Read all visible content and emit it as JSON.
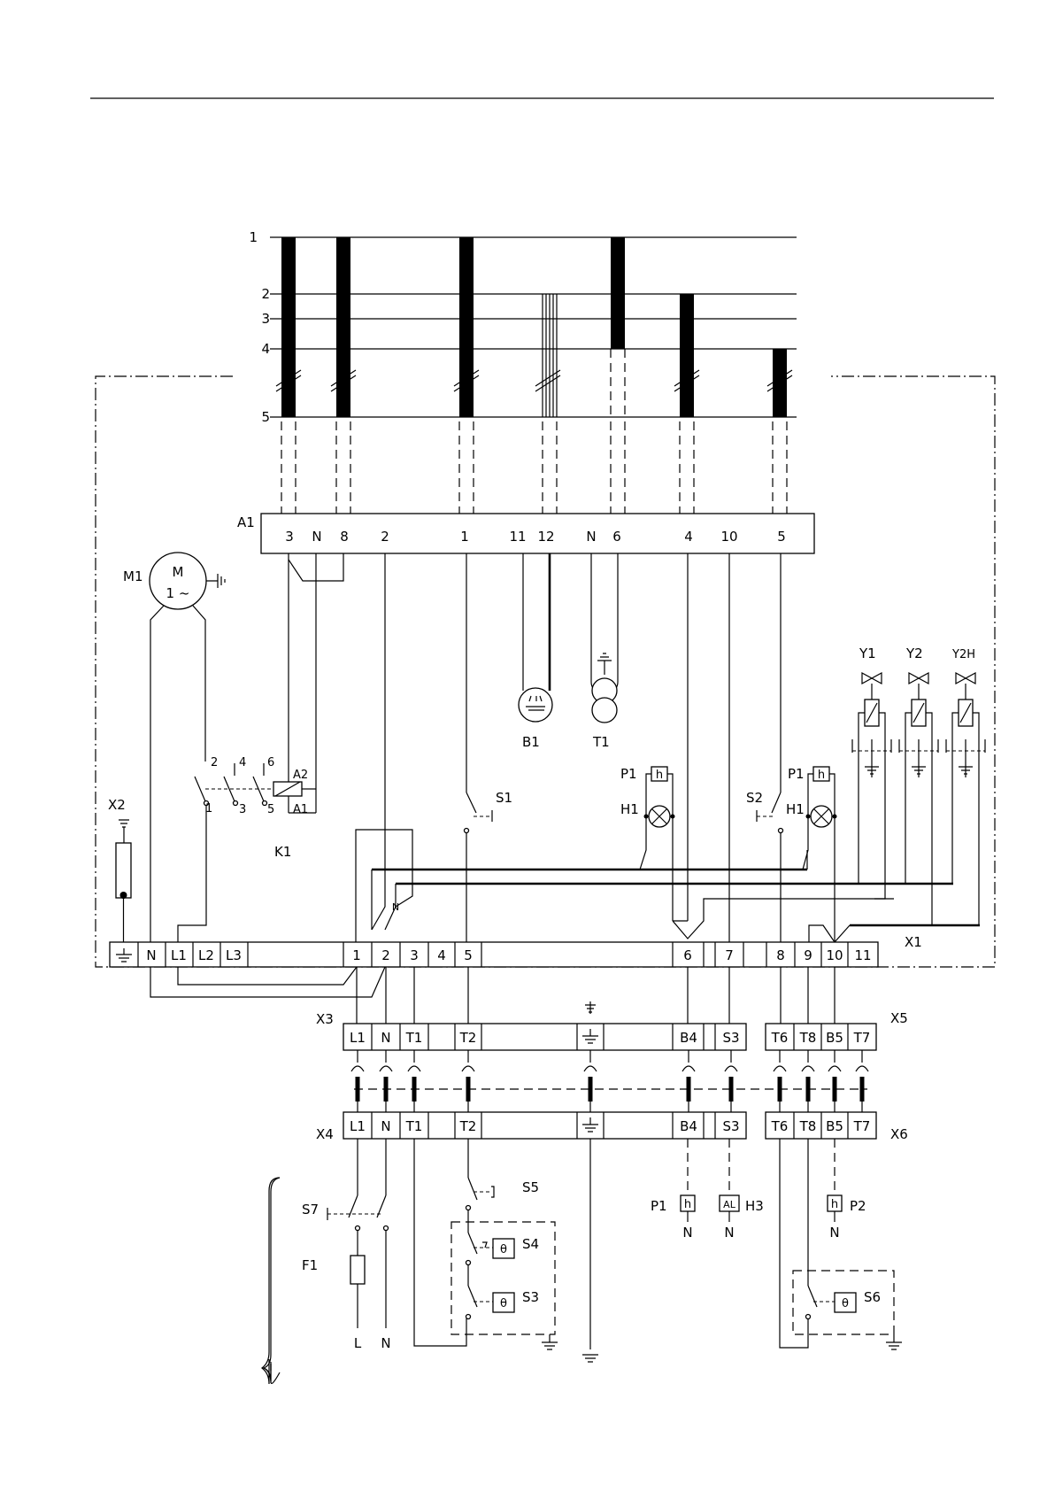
{
  "bus_lines": [
    "1",
    "2",
    "3",
    "4",
    "5"
  ],
  "a1": {
    "label": "A1",
    "terminals": [
      "3",
      "N",
      "8",
      "2",
      "1",
      "11",
      "12",
      "N",
      "6",
      "4",
      "10",
      "5"
    ]
  },
  "x1": {
    "label": "X1",
    "left": [
      "N",
      "L1",
      "L2",
      "L3"
    ],
    "right": [
      "1",
      "2",
      "3",
      "4",
      "5",
      "6",
      "7",
      "8",
      "9",
      "10",
      "11"
    ]
  },
  "x3": {
    "label": "X3",
    "terminals": [
      "L1",
      "N",
      "T1",
      "T2",
      "B4",
      "S3"
    ]
  },
  "x4": {
    "label": "X4",
    "terminals": [
      "L1",
      "N",
      "T1",
      "T2",
      "B4",
      "S3"
    ]
  },
  "x5": {
    "label": "X5",
    "terminals": [
      "T6",
      "T8",
      "B5",
      "T7"
    ]
  },
  "x6": {
    "label": "X6",
    "terminals": [
      "T6",
      "T8",
      "B5",
      "T7"
    ]
  },
  "components": {
    "m1": "M1",
    "m1_inner_top": "M",
    "m1_inner_bottom": "1 ~",
    "x2": "X2",
    "k1": "K1",
    "k1_a1": "A1",
    "k1_a2": "A2",
    "k1_contacts": [
      "2",
      "4",
      "6",
      "1",
      "3",
      "5"
    ],
    "b1": "B1",
    "t1": "T1",
    "s1": "S1",
    "s2": "S2",
    "p1": "P1",
    "h1": "H1",
    "y1": "Y1",
    "y2": "Y2",
    "y2h": "Y2H",
    "n_mark": "N",
    "s5": "S5",
    "s4": "S4",
    "s3": "S3",
    "s6": "S6",
    "s7": "S7",
    "f1": "F1",
    "h3": "H3",
    "p2": "P2",
    "hour_glyph": "h",
    "alarm_glyph": "AL",
    "theta_glyph": "θ",
    "supply_l": "L",
    "supply_n": "N"
  }
}
